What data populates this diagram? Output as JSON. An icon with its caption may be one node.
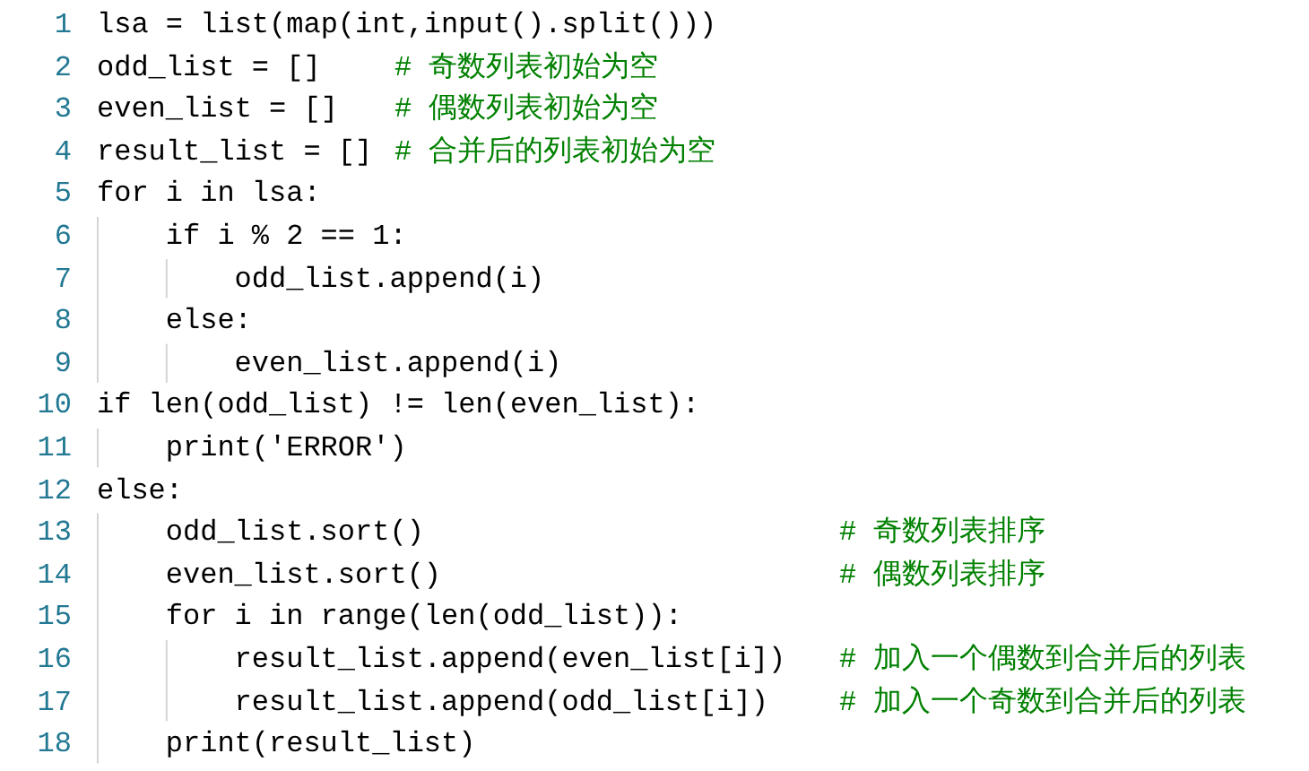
{
  "diagram": {
    "labels": [
      "1",
      "lsa = list(map(int,input().split()))",
      "2",
      "odd_list = []",
      "# 奇数列表初始为空",
      "3",
      "even_list = []",
      "# 偶数列表初始为空",
      "4",
      "result_list = []",
      "# 合并后的列表初始为空",
      "5",
      "for i in lsa:",
      "6",
      "if i % 2 == 1:",
      "7",
      "odd_list.append(i)",
      "8",
      "else:",
      "9",
      "even_list.append(i)",
      "10",
      "if len(odd_list) != len(even_list):",
      "11",
      "print('ERROR')",
      "12",
      "else:",
      "13",
      "odd_list.sort()",
      "# 奇数列表排序",
      "14",
      "even_list.sort()",
      "# 偶数列表排序",
      "15",
      "for i in range(len(odd_list)):",
      "16",
      "result_list.append(even_list[i])",
      "# 加入一个偶数到合并后的列表",
      "17",
      "result_list.append(odd_list[i])",
      "# 加入一个奇数到合并后的列表",
      "18",
      "print(result_list)"
    ]
  }
}
